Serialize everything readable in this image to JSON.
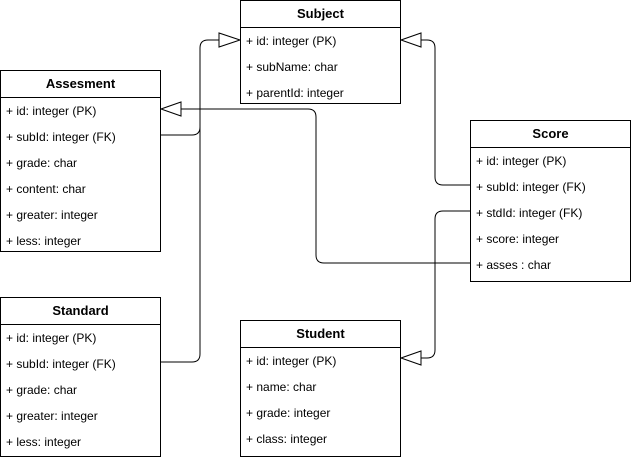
{
  "entities": {
    "subject": {
      "title": "Subject",
      "fields": [
        "+ id: integer (PK)",
        "+ subName: char",
        "+ parentId: integer"
      ]
    },
    "assesment": {
      "title": "Assesment",
      "fields": [
        "+ id: integer (PK)",
        "+ subId: integer (FK)",
        "+ grade: char",
        "+ content: char",
        "+ greater: integer",
        "+ less: integer"
      ]
    },
    "score": {
      "title": "Score",
      "fields": [
        "+ id: integer (PK)",
        "+ subId: integer (FK)",
        "+ stdId: integer (FK)",
        "+ score: integer",
        "+ asses : char"
      ]
    },
    "standard": {
      "title": "Standard",
      "fields": [
        "+ id: integer (PK)",
        "+ subId: integer (FK)",
        "+ grade: char",
        "+ greater: integer",
        "+ less: integer"
      ]
    },
    "student": {
      "title": "Student",
      "fields": [
        "+ id: integer (PK)",
        "+ name: char",
        "+ grade: integer",
        "+ class: integer"
      ]
    }
  },
  "colors": {
    "line": "#000000",
    "fill": "#ffffff"
  }
}
